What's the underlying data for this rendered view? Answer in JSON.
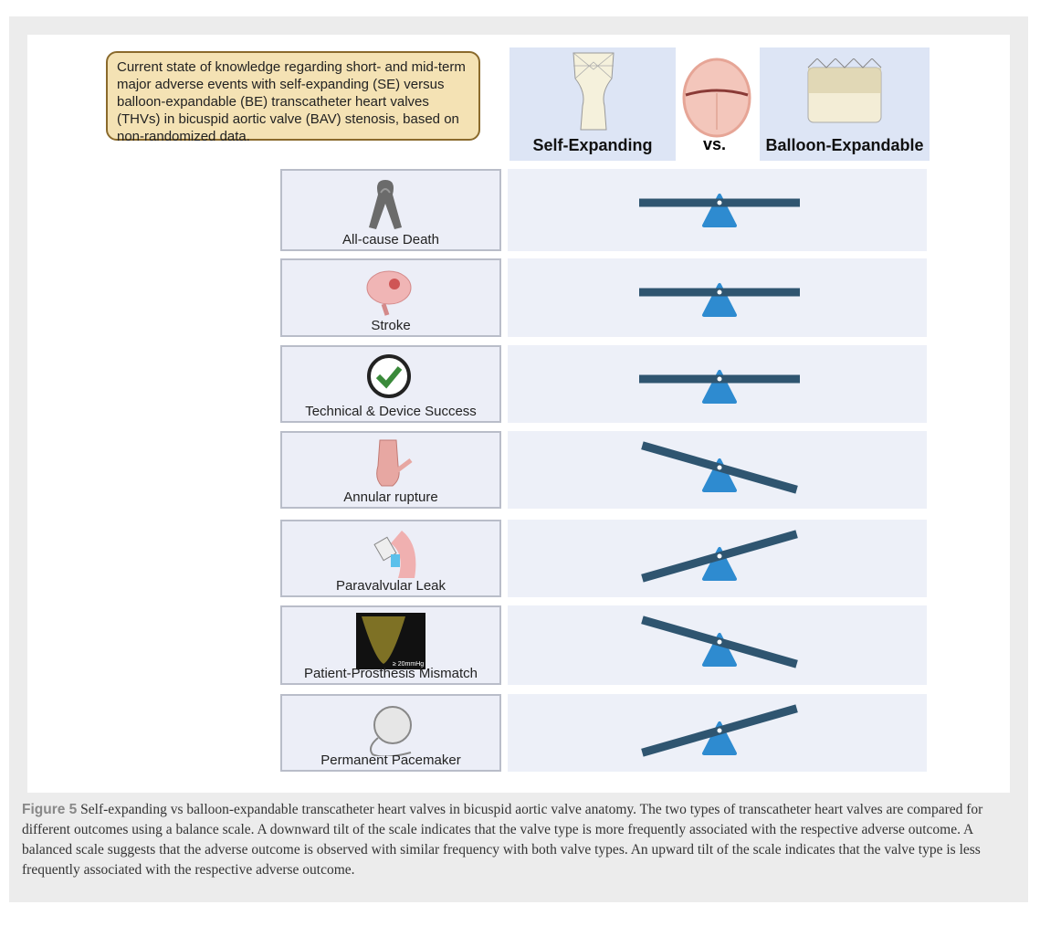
{
  "summary_text": "Current state of knowledge regarding short- and mid-term major adverse events with self-expanding (SE) versus balloon-expandable (BE) transcatheter heart valves (THVs) in bicuspid aortic valve (BAV) stenosis, based on non-randomized data.",
  "header": {
    "left": "Self-Expanding",
    "vs": "vs.",
    "right": "Balloon-Expandable"
  },
  "colors": {
    "beam": "#2f5570",
    "fulcrum": "#2e8bd0",
    "summary_bg": "#f4e2b4"
  },
  "rows": [
    {
      "label": "All-cause Death",
      "icon": "ribbon-icon",
      "tilt": "balanced"
    },
    {
      "label": "Stroke",
      "icon": "brain-icon",
      "tilt": "balanced"
    },
    {
      "label": "Technical & Device Success",
      "icon": "check-circle-icon",
      "tilt": "balanced"
    },
    {
      "label": "Annular rupture",
      "icon": "aortic-root-icon",
      "tilt": "balloon-expandable-down"
    },
    {
      "label": "Paravalvular Leak",
      "icon": "valve-leak-icon",
      "tilt": "self-expanding-down"
    },
    {
      "label": "Patient-Prosthesis Mismatch",
      "icon": "doppler-icon",
      "tilt": "balloon-expandable-down",
      "icon_text": "≥ 20mmHg"
    },
    {
      "label": "Permanent Pacemaker",
      "icon": "pacemaker-icon",
      "tilt": "self-expanding-down"
    }
  ],
  "caption": {
    "figure": "Figure 5",
    "text": "Self-expanding vs balloon-expandable transcatheter heart valves in bicuspid aortic valve anatomy. The two types of transcatheter heart valves are compared for different outcomes using a balance scale. A downward tilt of the scale indicates that the valve type is more frequently associated with the respective adverse outcome. A balanced scale suggests that the adverse outcome is observed with similar frequency with both valve types. An upward tilt of the scale indicates that the valve type is less frequently associated with the respective adverse outcome."
  }
}
